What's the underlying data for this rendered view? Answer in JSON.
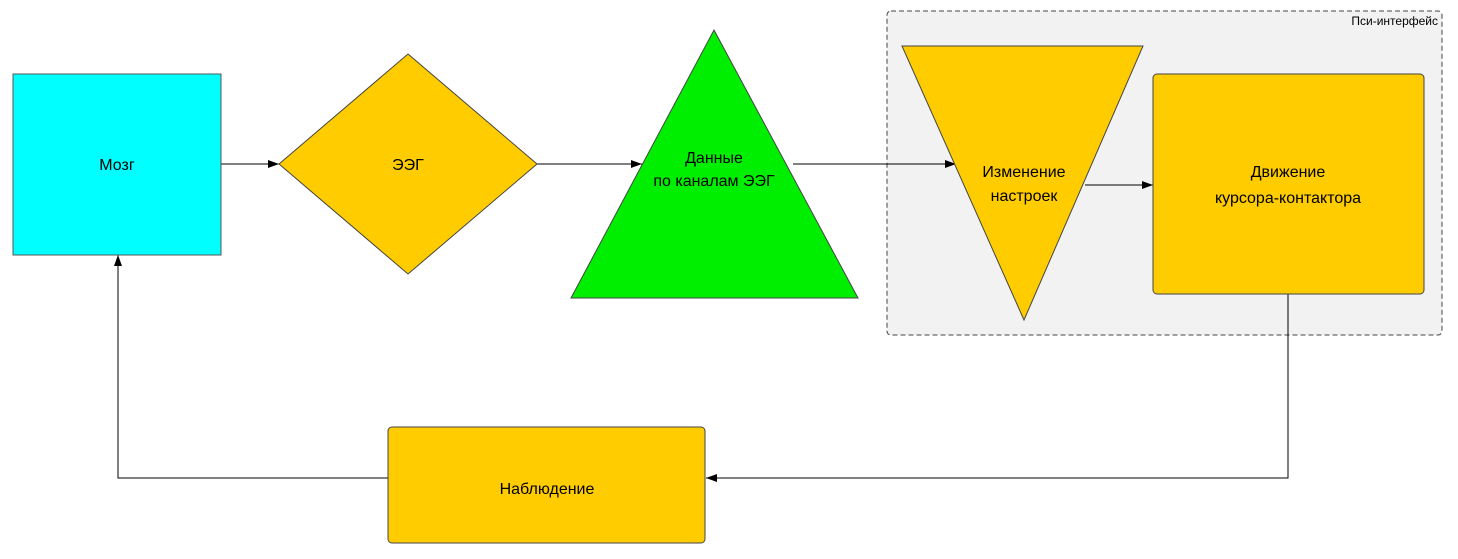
{
  "diagram": {
    "group": {
      "label": "Пси-интерфейс"
    },
    "nodes": {
      "brain": {
        "label": "Мозг",
        "color": "#00FFFF"
      },
      "eeg": {
        "label": "ЭЭГ",
        "color": "#FFCC00"
      },
      "data": {
        "line1": "Данные",
        "line2": "по каналам ЭЭГ",
        "color": "#00EE00"
      },
      "settings": {
        "line1": "Изменение",
        "line2": "настроек",
        "color": "#FFCC00"
      },
      "cursor": {
        "line1": "Движение",
        "line2": "курсора-контактора",
        "color": "#FFCC00"
      },
      "observation": {
        "label": "Наблюдение",
        "color": "#FFCC00"
      }
    },
    "edges": [
      {
        "from": "brain",
        "to": "eeg"
      },
      {
        "from": "eeg",
        "to": "data"
      },
      {
        "from": "data",
        "to": "settings"
      },
      {
        "from": "settings",
        "to": "cursor"
      },
      {
        "from": "cursor",
        "to": "observation"
      },
      {
        "from": "observation",
        "to": "brain"
      }
    ]
  }
}
